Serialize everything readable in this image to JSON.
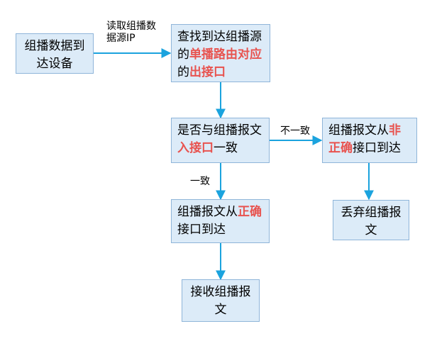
{
  "colors": {
    "box_fill": "#dcebf8",
    "box_border": "#8fb5d9",
    "arrow": "#1ba3de",
    "highlight": "#e8534f"
  },
  "nodes": {
    "arrive": {
      "segments": [
        {
          "text": "组播数据",
          "hl": false
        },
        {
          "text": "到达设备",
          "hl": false
        }
      ]
    },
    "lookup": {
      "segments": [
        {
          "text": "查找到达组播源的",
          "hl": false
        },
        {
          "text": "单播路由对应",
          "hl": true
        },
        {
          "text": "的",
          "hl": false
        },
        {
          "text": "出接口",
          "hl": true
        }
      ]
    },
    "check": {
      "segments": [
        {
          "text": "是否与组播报文",
          "hl": false
        },
        {
          "text": "入接口",
          "hl": true
        },
        {
          "text": "一致",
          "hl": false
        }
      ]
    },
    "wrong": {
      "segments": [
        {
          "text": "组播报文从",
          "hl": false
        },
        {
          "text": "非正确",
          "hl": true
        },
        {
          "text": "接口到达",
          "hl": false
        }
      ]
    },
    "right": {
      "segments": [
        {
          "text": "组播报文从",
          "hl": false
        },
        {
          "text": "正确",
          "hl": true
        },
        {
          "text": "接口到达",
          "hl": false
        }
      ]
    },
    "discard": {
      "segments": [
        {
          "text": "丢弃组播报文",
          "hl": false
        }
      ]
    },
    "receive": {
      "segments": [
        {
          "text": "接收组播报文",
          "hl": false
        }
      ]
    }
  },
  "labels": {
    "read_source": "读取组播数据源IP",
    "mismatch": "不一致",
    "match": "一致"
  }
}
